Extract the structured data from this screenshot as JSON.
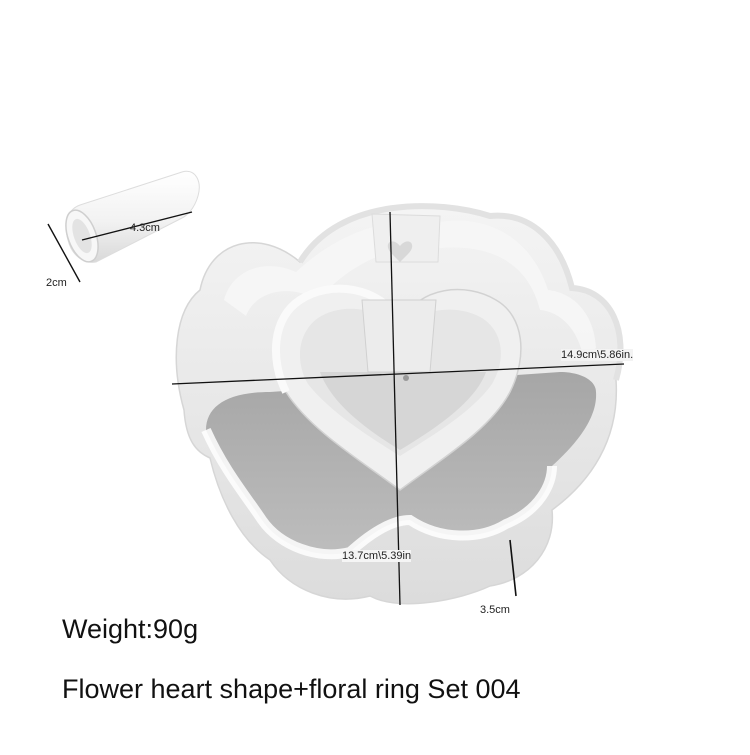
{
  "dimensions": {
    "tube_length": "4.3cm",
    "tube_diameter": "2cm",
    "mold_width": "14.9cm\\5.86in.",
    "mold_depth": "13.7cm\\5.39in",
    "mold_height": "3.5cm"
  },
  "captions": {
    "weight": "Weight:90g",
    "product_name": "Flower heart shape+floral ring Set 004"
  },
  "colors": {
    "background": "#ffffff",
    "silicone": "#eeeeee",
    "mold_floor": "#aeaeae",
    "dimension_line": "#111111"
  }
}
